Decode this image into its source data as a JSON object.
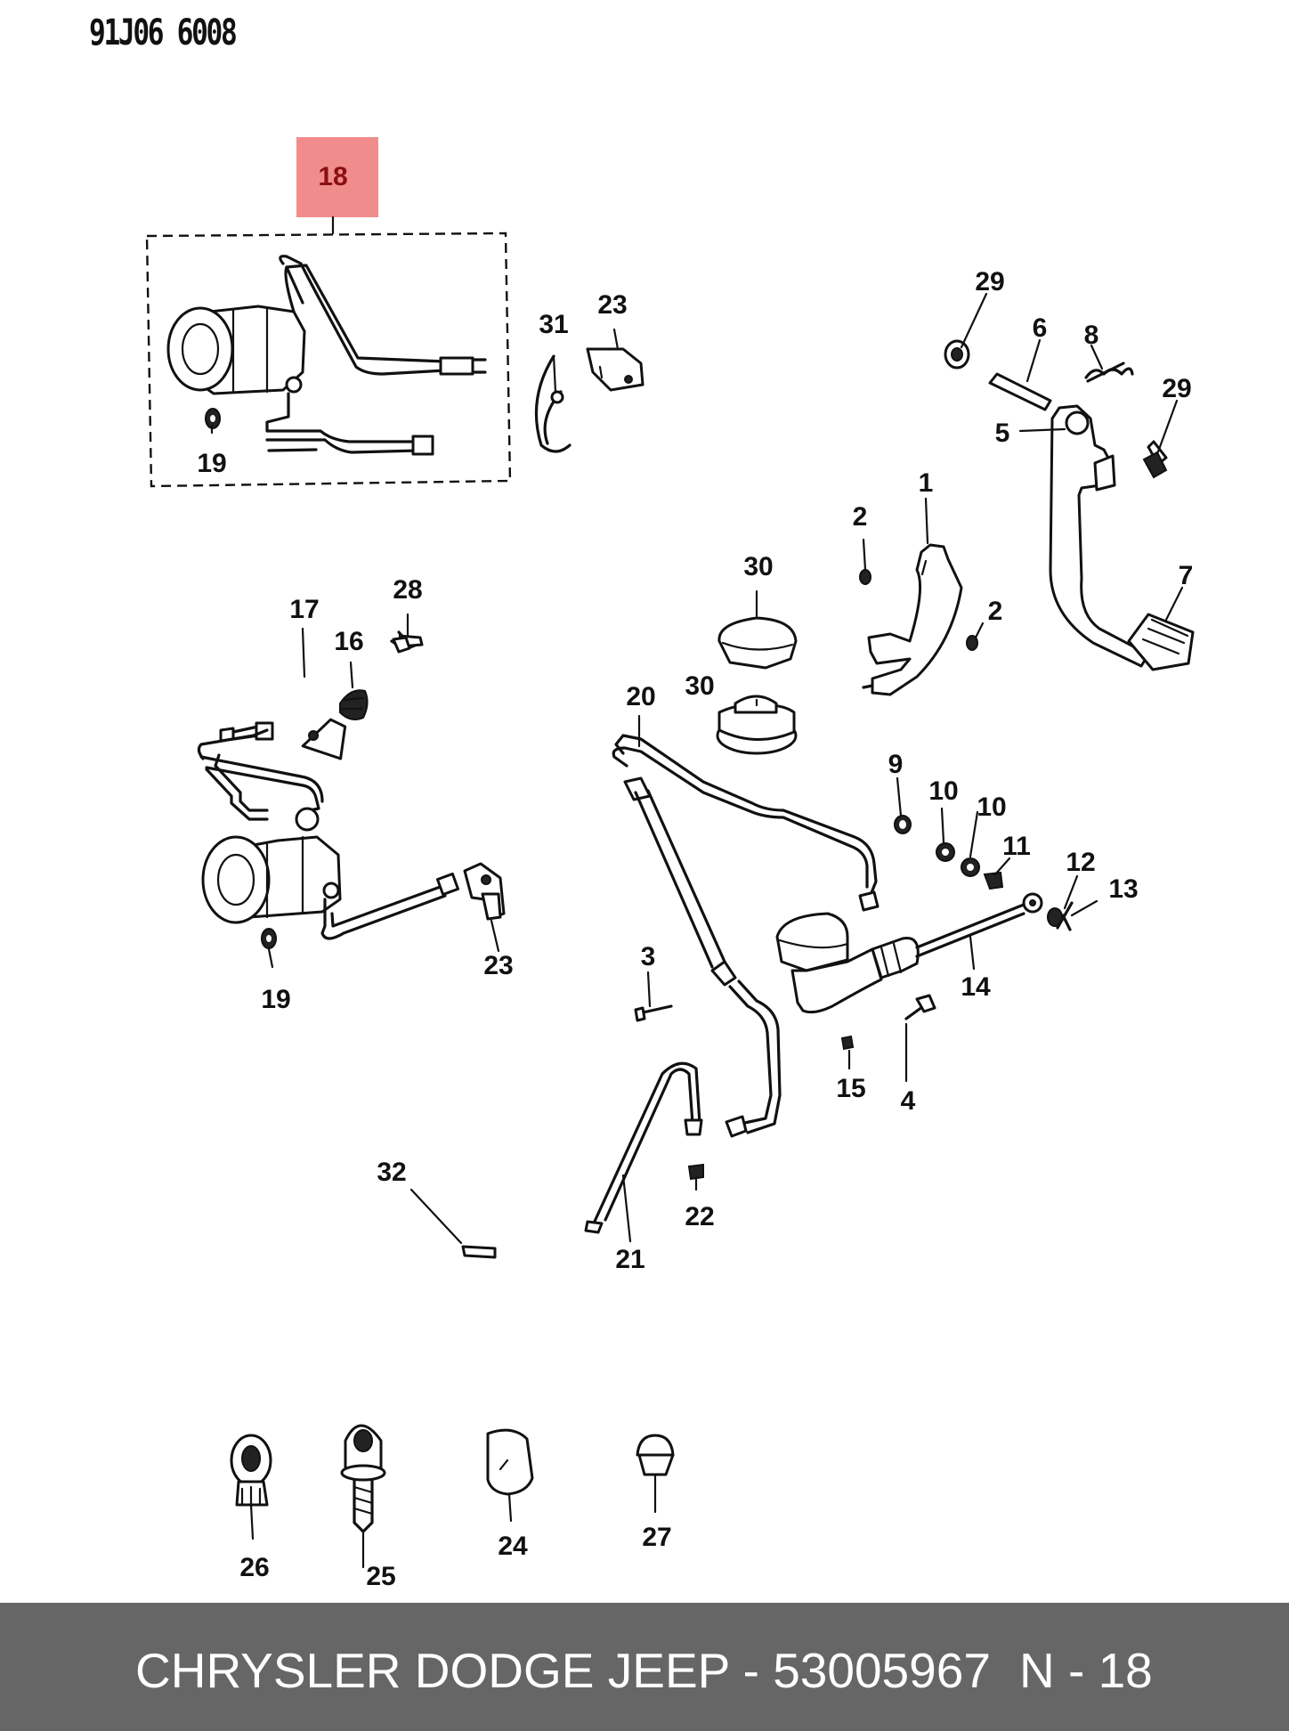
{
  "drawing_code": "91J06 6008",
  "highlight": {
    "part": "18",
    "color": "#f08c8c"
  },
  "callouts": [
    {
      "id": "c18",
      "label": "18"
    },
    {
      "id": "c19a",
      "label": "19"
    },
    {
      "id": "c31",
      "label": "31"
    },
    {
      "id": "c23a",
      "label": "23"
    },
    {
      "id": "c29a",
      "label": "29"
    },
    {
      "id": "c6",
      "label": "6"
    },
    {
      "id": "c8",
      "label": "8"
    },
    {
      "id": "c29b",
      "label": "29"
    },
    {
      "id": "c5",
      "label": "5"
    },
    {
      "id": "c1",
      "label": "1"
    },
    {
      "id": "c2a",
      "label": "2"
    },
    {
      "id": "c2b",
      "label": "2"
    },
    {
      "id": "c7",
      "label": "7"
    },
    {
      "id": "c30a",
      "label": "30"
    },
    {
      "id": "c30b",
      "label": "30"
    },
    {
      "id": "c17",
      "label": "17"
    },
    {
      "id": "c16",
      "label": "16"
    },
    {
      "id": "c28",
      "label": "28"
    },
    {
      "id": "c20",
      "label": "20"
    },
    {
      "id": "c9",
      "label": "9"
    },
    {
      "id": "c10a",
      "label": "10"
    },
    {
      "id": "c10b",
      "label": "10"
    },
    {
      "id": "c11",
      "label": "11"
    },
    {
      "id": "c12",
      "label": "12"
    },
    {
      "id": "c13",
      "label": "13"
    },
    {
      "id": "c14",
      "label": "14"
    },
    {
      "id": "c23b",
      "label": "23"
    },
    {
      "id": "c19b",
      "label": "19"
    },
    {
      "id": "c3",
      "label": "3"
    },
    {
      "id": "c15",
      "label": "15"
    },
    {
      "id": "c4",
      "label": "4"
    },
    {
      "id": "c32",
      "label": "32"
    },
    {
      "id": "c22",
      "label": "22"
    },
    {
      "id": "c21",
      "label": "21"
    },
    {
      "id": "c26",
      "label": "26"
    },
    {
      "id": "c25",
      "label": "25"
    },
    {
      "id": "c24",
      "label": "24"
    },
    {
      "id": "c27",
      "label": "27"
    }
  ],
  "footer": {
    "title": "CHRYSLER DODGE JEEP - 53005967",
    "page_ref": "N - 18",
    "background": "#666666"
  }
}
